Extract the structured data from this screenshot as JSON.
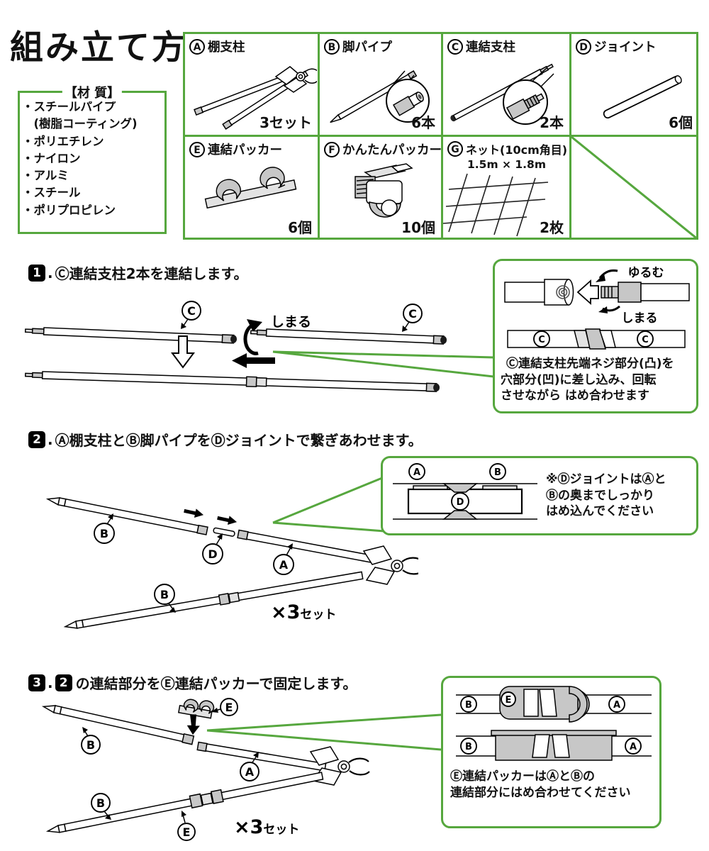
{
  "colors": {
    "green": "#56a73e"
  },
  "title": "組み立て方",
  "materials": {
    "heading": "【材 質】",
    "items": [
      "・スチールパイプ",
      "　(樹脂コーティング)",
      "・ポリエチレン",
      "・ナイロン",
      "・アルミ",
      "・スチール",
      "・ポリプロピレン"
    ]
  },
  "parts": {
    "a": {
      "id": "A",
      "name": "棚支柱",
      "qty": "3セット"
    },
    "b": {
      "id": "B",
      "name": "脚パイプ",
      "qty": "6本"
    },
    "c": {
      "id": "C",
      "name": "連結支柱",
      "qty": "2本"
    },
    "d": {
      "id": "D",
      "name": "ジョイント",
      "qty": "6個"
    },
    "e": {
      "id": "E",
      "name": "連結パッカー",
      "qty": "6個"
    },
    "f": {
      "id": "F",
      "name": "かんたんパッカー",
      "qty": "10個"
    },
    "g": {
      "id": "G",
      "name": "ネット(10cm角目)",
      "size": "1.5m × 1.8m",
      "qty": "2枚"
    }
  },
  "step1": {
    "badge": "1",
    "sep": ".",
    "title": "Ⓒ連結支柱2本を連結します。",
    "diagram": {
      "label_c1": "C",
      "label_c2": "C",
      "shimaru": "しまる"
    },
    "callout": {
      "yurumu": "ゆるむ",
      "shimaru": "しまる",
      "label_c1": "C",
      "label_c2": "C",
      "line1": "Ⓒ連結支柱先端ネジ部分(凸)を",
      "line2": "穴部分(凹)に差し込み、回転",
      "line3": "させながら はめ合わせます"
    }
  },
  "step2": {
    "badge": "2",
    "sep": ".",
    "title": "Ⓐ棚支柱とⒷ脚パイプをⒹジョイントで繋ぎあわせます。",
    "diagram": {
      "label_b1": "B",
      "label_d": "D",
      "label_a": "A",
      "label_b2": "B",
      "count_x": "×3",
      "count_unit": "セット"
    },
    "callout": {
      "label_a": "A",
      "label_b": "B",
      "label_d": "D",
      "line1": "※ⒹジョイントはⒶと",
      "line2": "Ⓑの奥までしっかり",
      "line3": "はめ込んでください"
    }
  },
  "step3": {
    "badge": "3",
    "sep": ".",
    "badge2": "2",
    "title": "の連結部分をⒺ連結パッカーで固定します。",
    "diagram": {
      "label_e1": "E",
      "label_b1": "B",
      "label_a": "A",
      "label_b2": "B",
      "label_e2": "E",
      "count_x": "×3",
      "count_unit": "セット"
    },
    "callout": {
      "label_b1": "B",
      "label_e": "E",
      "label_a1": "A",
      "label_b2": "B",
      "label_a2": "A",
      "line1": "Ⓔ連結パッカーはⒶとⒷの",
      "line2": "連結部分にはめ合わせてください"
    }
  }
}
